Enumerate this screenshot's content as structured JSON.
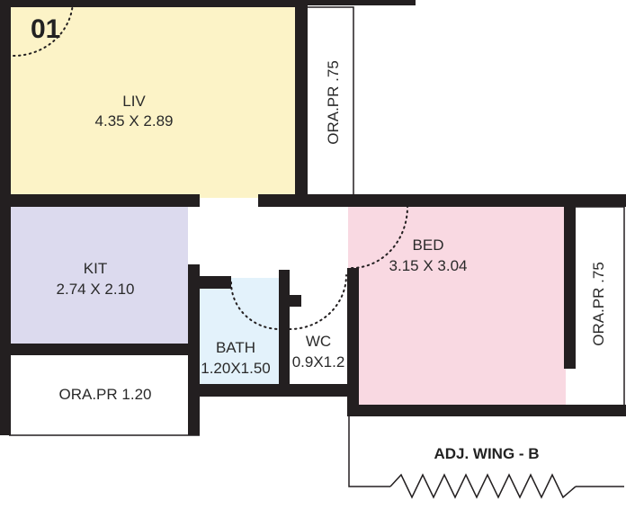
{
  "unit_number": "01",
  "rooms": {
    "living": {
      "name": "LIV",
      "size": "4.35 X 2.89",
      "color": "#fcf3c7"
    },
    "kitchen": {
      "name": "KIT",
      "size": "2.74 X 2.10",
      "color": "#dcdaee"
    },
    "bath": {
      "name": "BATH",
      "size": "1.20X1.50",
      "color": "#e3f2fb"
    },
    "wc": {
      "name": "WC",
      "size": "0.9X1.2"
    },
    "bedroom": {
      "name": "BED",
      "size": "3.15 X 3.04",
      "color": "#f9d9e2"
    }
  },
  "ora": {
    "living_side": "ORA.PR .75",
    "kitchen_below": "ORA.PR 1.20",
    "bedroom_side": "ORA.PR .75"
  },
  "adjacent": "ADJ. WING - B",
  "colors": {
    "wall": "#231f20",
    "background": "#ffffff"
  }
}
